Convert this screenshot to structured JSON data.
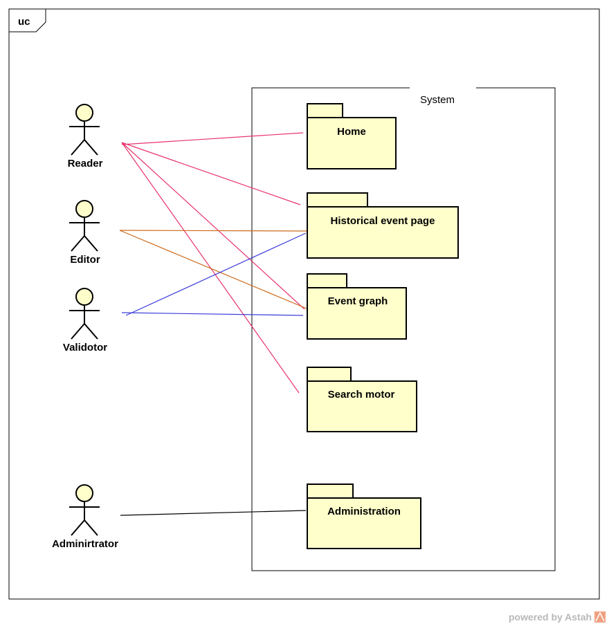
{
  "frame": {
    "tag": "uc"
  },
  "system": {
    "label": "System"
  },
  "actors": [
    {
      "id": "reader",
      "name": "Reader"
    },
    {
      "id": "editor",
      "name": "Editor"
    },
    {
      "id": "validotor",
      "name": "Validotor"
    },
    {
      "id": "adminirtrator",
      "name": "Adminirtrator"
    }
  ],
  "packages": [
    {
      "id": "home",
      "name": "Home"
    },
    {
      "id": "historical",
      "name": "Historical event page"
    },
    {
      "id": "eventgraph",
      "name": "Event graph"
    },
    {
      "id": "search",
      "name": "Search motor"
    },
    {
      "id": "administration",
      "name": "Administration"
    }
  ],
  "associations": [
    {
      "from": "reader",
      "to": "home",
      "color": "#e8336b"
    },
    {
      "from": "reader",
      "to": "historical",
      "color": "#e8336b"
    },
    {
      "from": "reader",
      "to": "eventgraph",
      "color": "#e8336b"
    },
    {
      "from": "reader",
      "to": "search",
      "color": "#e8336b"
    },
    {
      "from": "editor",
      "to": "historical",
      "color": "#cc6a1a"
    },
    {
      "from": "editor",
      "to": "eventgraph",
      "color": "#cc6a1a"
    },
    {
      "from": "validotor",
      "to": "historical",
      "color": "#3b3bd9"
    },
    {
      "from": "validotor",
      "to": "eventgraph",
      "color": "#3b3bd9"
    },
    {
      "from": "adminirtrator",
      "to": "administration",
      "color": "#000000"
    }
  ],
  "colors": {
    "fill": "#ffffcc",
    "stroke": "#000000"
  },
  "watermark": {
    "text": "powered by Astah"
  }
}
